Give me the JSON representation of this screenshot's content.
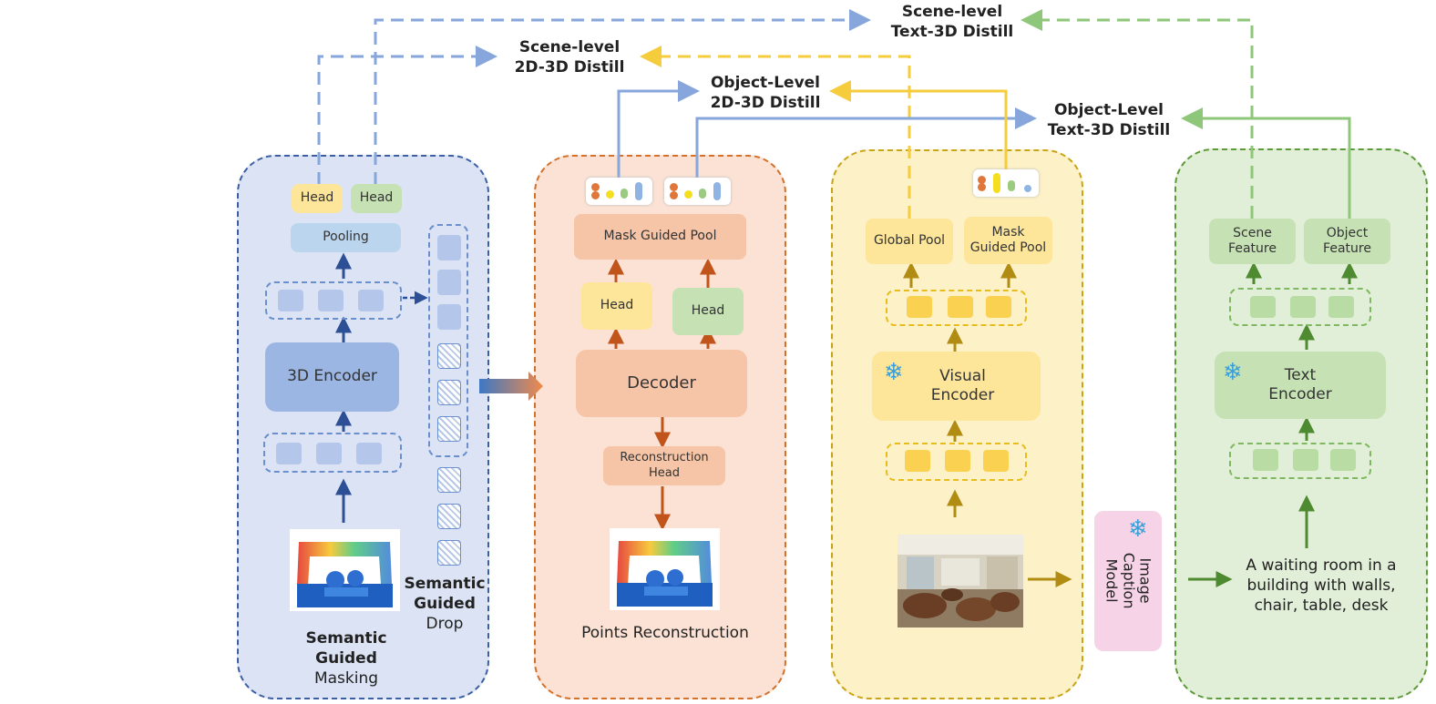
{
  "labels": {
    "scene_text": "Scene-level\nText-3D Distill",
    "scene_2d": "Scene-level\n2D-3D Distill",
    "obj_2d": "Object-Level\n2D-3D Distill",
    "obj_text": "Object-Level\nText-3D Distill"
  },
  "encoder_panel": {
    "head_left": "Head",
    "head_right": "Head",
    "pooling": "Pooling",
    "encoder": "3D Encoder",
    "caption_bold": "Semantic Guided",
    "caption_normal": "Masking",
    "drop_bold": "Semantic\nGuided",
    "drop_normal": "Drop"
  },
  "decoder_panel": {
    "mask_pool": "Mask Guided Pool",
    "head_left": "Head",
    "head_right": "Head",
    "decoder": "Decoder",
    "recon_head": "Reconstruction\nHead",
    "caption": "Points Reconstruction"
  },
  "visual_panel": {
    "global_pool": "Global Pool",
    "mask_pool": "Mask\nGuided Pool",
    "encoder": "Visual\nEncoder"
  },
  "caption_model": "Image\nCaption\nModel",
  "text_panel": {
    "scene_feature": "Scene\nFeature",
    "object_feature": "Object\nFeature",
    "encoder": "Text\nEncoder",
    "caption_text": "A waiting room in a\nbuilding with walls,\nchair, table, desk"
  },
  "colors": {
    "blue_arrow": "#86a6dc",
    "yellow_arrow": "#f4cc3c",
    "green_arrow": "#8fc77a"
  }
}
